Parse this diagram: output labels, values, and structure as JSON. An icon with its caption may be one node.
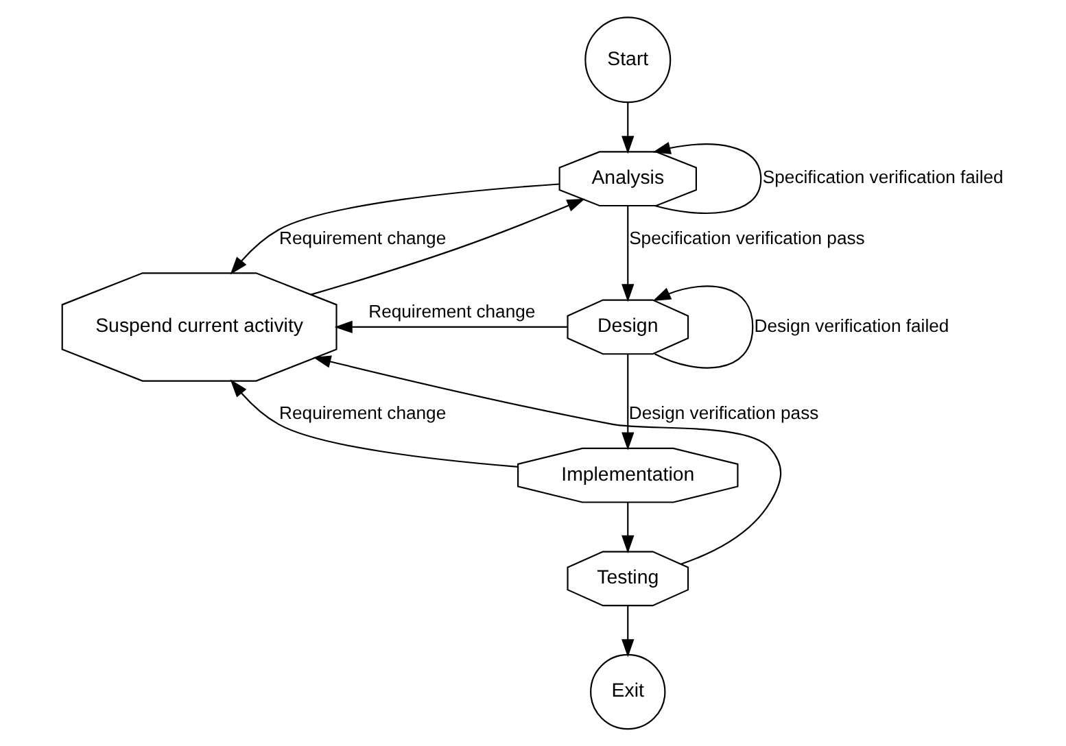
{
  "diagram": {
    "nodes": [
      {
        "text": [
          "Start"
        ]
      },
      {
        "text": [
          "Analysis"
        ]
      },
      {
        "text": [
          "Design"
        ]
      },
      {
        "text": [
          "Implementation"
        ]
      },
      {
        "text": [
          "Testing"
        ]
      },
      {
        "text": [
          "Exit"
        ]
      },
      {
        "text": [
          "Suspend current activity"
        ]
      }
    ],
    "edges": [
      {
        "from": 0,
        "to": 1,
        "arrow": "to"
      },
      {
        "from": 1,
        "to": 1,
        "arrow": "to",
        "label": "Specification verification failed"
      },
      {
        "from": 1,
        "to": 2,
        "arrow": "to",
        "label": "Specification verification pass"
      },
      {
        "from": 2,
        "to": 2,
        "arrow": "to",
        "label": "Design verification failed"
      },
      {
        "from": 2,
        "to": 3,
        "arrow": "to",
        "label": "Design verification pass"
      },
      {
        "from": 3,
        "to": 4,
        "arrow": "to"
      },
      {
        "from": 4,
        "to": 5,
        "arrow": "to"
      },
      {
        "from": 1,
        "to": 6,
        "arrow": "to",
        "label": "Requirement change"
      },
      {
        "from": 2,
        "to": 6,
        "arrow": "to",
        "label": "Requirement change"
      },
      {
        "from": 3,
        "to": 6,
        "arrow": "to",
        "label": "Requirement change"
      },
      {
        "from": 4,
        "to": 6,
        "arrow": "to"
      },
      {
        "from": 6,
        "to": 1,
        "arrow": "to"
      }
    ]
  }
}
